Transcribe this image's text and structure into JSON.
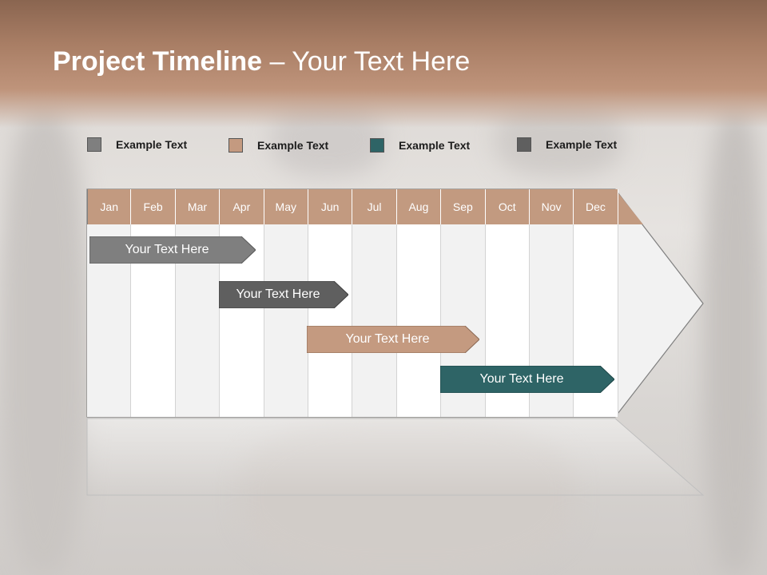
{
  "title": {
    "bold": "Project Timeline",
    "light": " – Your Text Here"
  },
  "legend": [
    {
      "label": "Example Text",
      "color": "#7f7f7f"
    },
    {
      "label": "Example Text",
      "color": "#c49a80"
    },
    {
      "label": "Example Text",
      "color": "#2e6466"
    },
    {
      "label": "Example Text",
      "color": "#5f5f5f"
    }
  ],
  "months": [
    "Jan",
    "Feb",
    "Mar",
    "Apr",
    "May",
    "Jun",
    "Jul",
    "Aug",
    "Sep",
    "Oct",
    "Nov",
    "Dec"
  ],
  "tasks": [
    {
      "label": "Your  Text Here",
      "color": "#7f7f7f"
    },
    {
      "label": "Your  Text Here",
      "color": "#5f5f5f"
    },
    {
      "label": "Your  Text Here",
      "color": "#c49a80"
    },
    {
      "label": "Your  Text Here",
      "color": "#2e6466"
    }
  ],
  "colors": {
    "header": "#c29a80",
    "title_text": "#ffffff"
  }
}
